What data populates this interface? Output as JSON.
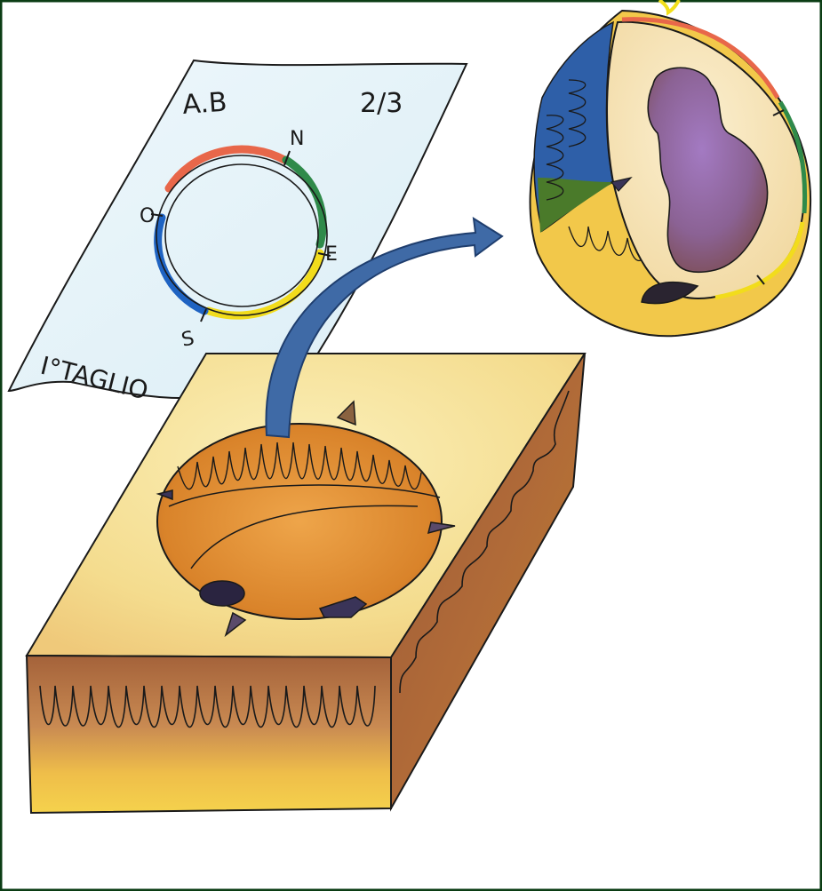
{
  "sheet": {
    "initials": "A.B",
    "page": "2/3",
    "cut_label": "I°TAGLIO",
    "compass": {
      "north": "N",
      "east": "E",
      "south": "S",
      "west": "O"
    }
  },
  "colors": {
    "frame": "#0b3d14",
    "north_arc": "#e8674a",
    "east_arc": "#2f8a4a",
    "south_arc": "#f2dc1c",
    "west_arc": "#1f63c2",
    "arrow": "#3f6aa6",
    "block_top": "#f3dd8f",
    "block_side": "#a56533",
    "sample": "#d98a2a",
    "inclusion": "#8b6aa8"
  }
}
